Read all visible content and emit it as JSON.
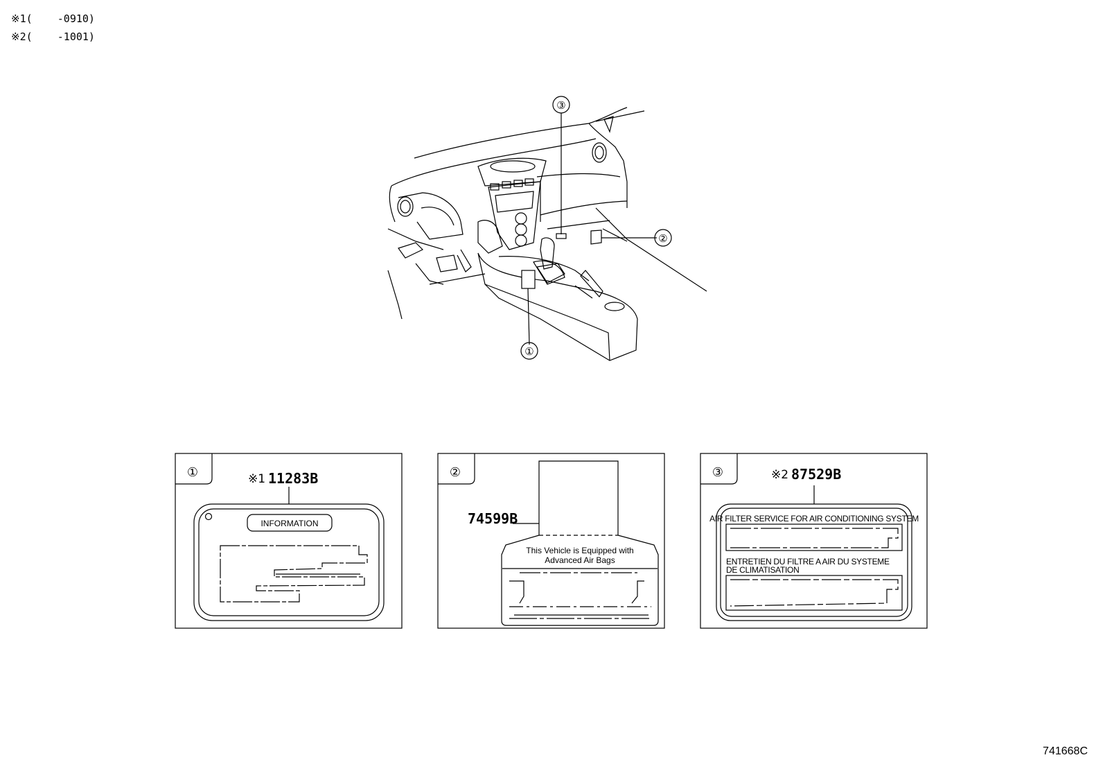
{
  "notes": [
    {
      "mark": "※1",
      "range": "(    -0910)"
    },
    {
      "mark": "※2",
      "range": "(    -1001)"
    }
  ],
  "callouts": [
    "①",
    "②",
    "③"
  ],
  "panels": [
    {
      "callout": "①",
      "mark": "※1",
      "part_number": "11283B",
      "label_lines": [
        "INFORMATION"
      ]
    },
    {
      "callout": "②",
      "mark": "",
      "part_number": "74599B",
      "label_lines": [
        "This Vehicle is Equipped with",
        "Advanced Air Bags"
      ]
    },
    {
      "callout": "③",
      "mark": "※2",
      "part_number": "87529B",
      "label_lines": [
        "AIR FILTER SERVICE FOR AIR CONDITIONING SYSTEM",
        "ENTRETIEN DU FILTRE A AIR DU SYSTEME",
        "DE CLIMATISATION"
      ]
    }
  ],
  "figure_id": "741668C"
}
